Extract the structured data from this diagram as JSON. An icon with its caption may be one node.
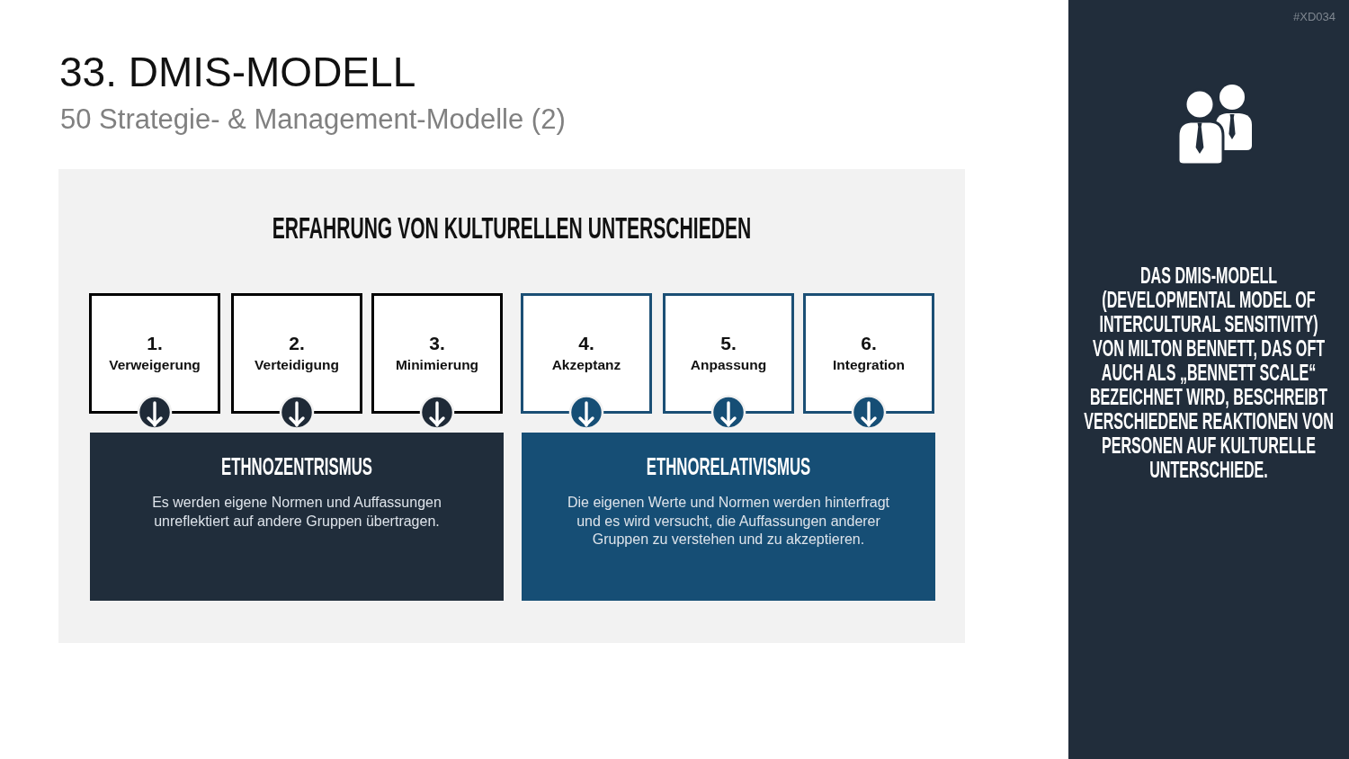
{
  "diagram": {
    "title": "33. DMIS-MODELL",
    "nodes": [
      {
        "text": [
          "ERFAHRUNG VON KULTURELLEN UNTERSCHIEDEN"
        ]
      },
      {
        "text": [
          "1.",
          "Verweigerung"
        ],
        "in": 0
      },
      {
        "text": [
          "2.",
          "Verteidigung"
        ],
        "in": 0
      },
      {
        "text": [
          "3.",
          "Minimierung"
        ],
        "in": 0
      },
      {
        "text": [
          "4.",
          "Akzeptanz"
        ],
        "in": 0
      },
      {
        "text": [
          "5.",
          "Anpassung"
        ],
        "in": 0
      },
      {
        "text": [
          "6.",
          "Integration"
        ],
        "in": 0
      },
      {
        "text": [
          "ETHNOZENTRISMUS",
          "Es werden eigene Normen und Auffassungen unreflektiert auf andere Gruppen übertragen."
        ],
        "in": 0
      },
      {
        "text": [
          "ETHNORELATIVISMUS",
          "Die eigenen Werte und Normen werden hinterfragt und es wird versucht, die Auffassungen anderer Gruppen zu verstehen und zu akzeptieren."
        ],
        "in": 0
      },
      {
        "text": [
          "#XD034",
          "DAS DMIS-MODELL (DEVELOPMENTAL MODEL OF INTERCULTURAL SENSITIVITY) VON MILTON BENNETT, DAS OFT AUCH ALS „BENNETT SCALE“ BEZEICHNET WIRD, BESCHREIBT VERSCHIEDENE REAKTIONEN VON PERSONEN AUF KULTURELLE UNTERSCHIEDE."
        ]
      }
    ],
    "edges": [
      {
        "from": 1,
        "to": 7,
        "arrow": "to"
      },
      {
        "from": 2,
        "to": 7,
        "arrow": "to"
      },
      {
        "from": 3,
        "to": 7,
        "arrow": "to"
      },
      {
        "from": 4,
        "to": 8,
        "arrow": "to"
      },
      {
        "from": 5,
        "to": 8,
        "arrow": "to"
      },
      {
        "from": 6,
        "to": 8,
        "arrow": "to"
      }
    ],
    "labels": [
      "50 Strategie- & Management-Modelle (2)"
    ]
  }
}
